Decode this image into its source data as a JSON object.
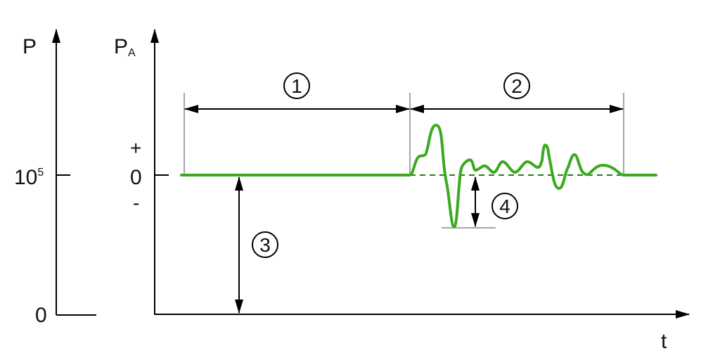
{
  "axes": {
    "p_label": "P",
    "pa_label": "P",
    "pa_subscript": "A",
    "t_label": "t",
    "p_tick_base": "10",
    "p_tick_exp": "5",
    "p_zero": "0",
    "pa_plus": "+",
    "pa_zero": "0",
    "pa_minus": "-"
  },
  "markers": {
    "m1": "1",
    "m2": "2",
    "m3": "3",
    "m4": "4"
  },
  "colors": {
    "signal": "#3aaa1e",
    "axis": "#000000",
    "guide": "#888888"
  }
}
